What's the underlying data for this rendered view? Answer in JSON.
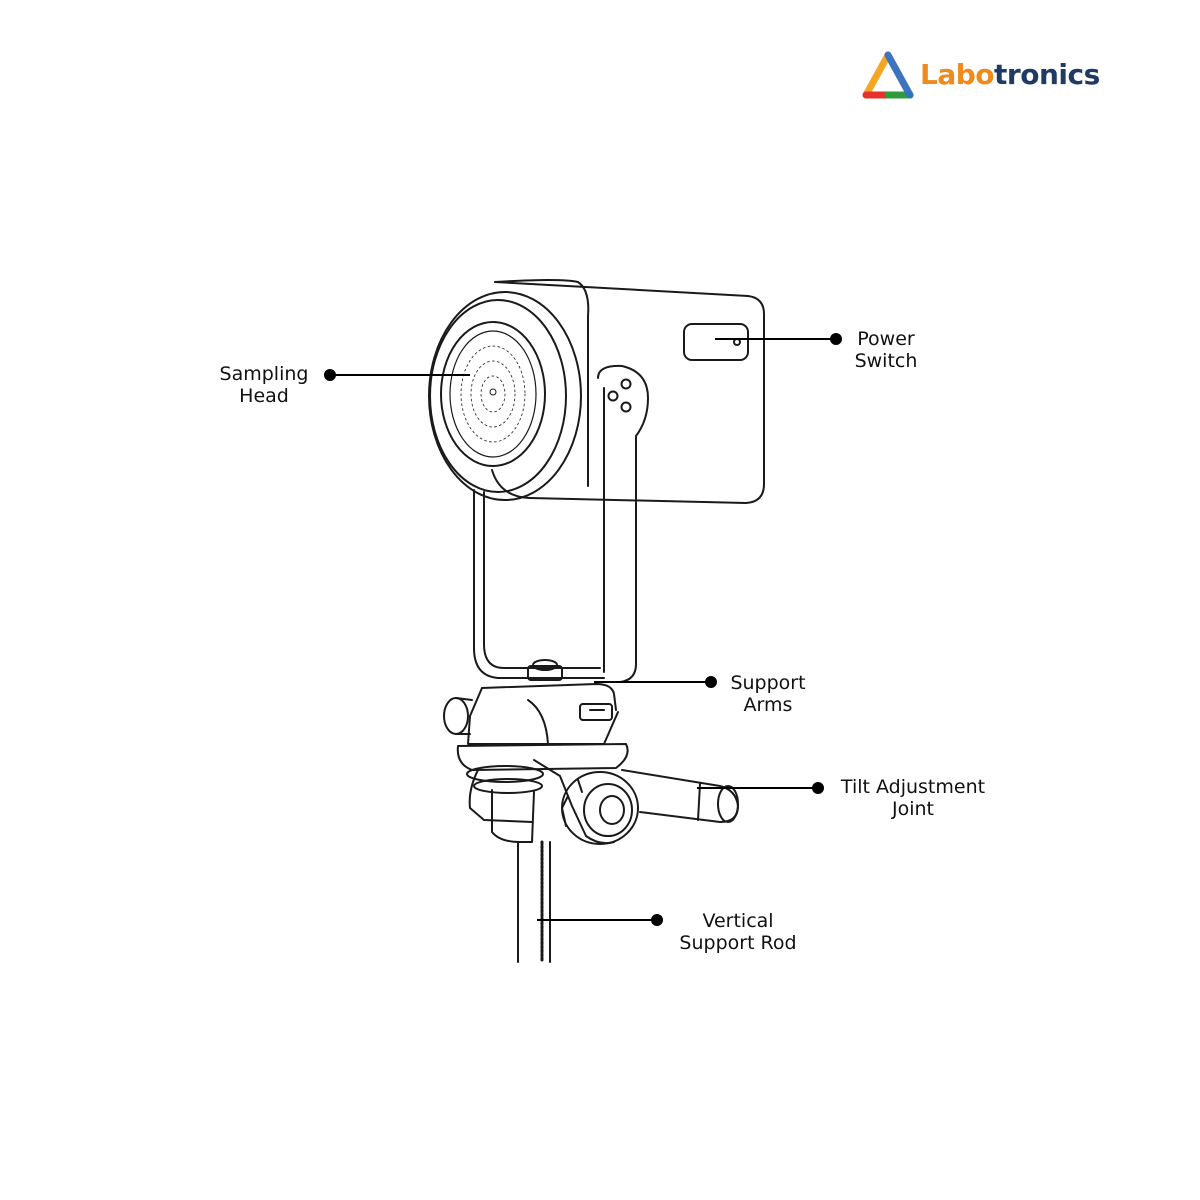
{
  "brand": {
    "name_part1": "Labo",
    "name_part2": "tronics",
    "logo_colors": [
      "#f5a623",
      "#2e9c3c",
      "#2a6fd1",
      "#e5322d"
    ],
    "text_color_1": "#f08a1c",
    "text_color_2": "#1f3b63"
  },
  "callouts": [
    {
      "id": "sampling-head",
      "lines": [
        "Sampling",
        "Head"
      ]
    },
    {
      "id": "power-switch",
      "lines": [
        "Power",
        "Switch"
      ]
    },
    {
      "id": "support-arms",
      "lines": [
        "Support",
        "Arms"
      ]
    },
    {
      "id": "tilt-joint",
      "lines": [
        "Tilt Adjustment",
        "Joint"
      ]
    },
    {
      "id": "support-rod",
      "lines": [
        "Vertical",
        "Support Rod"
      ]
    }
  ]
}
